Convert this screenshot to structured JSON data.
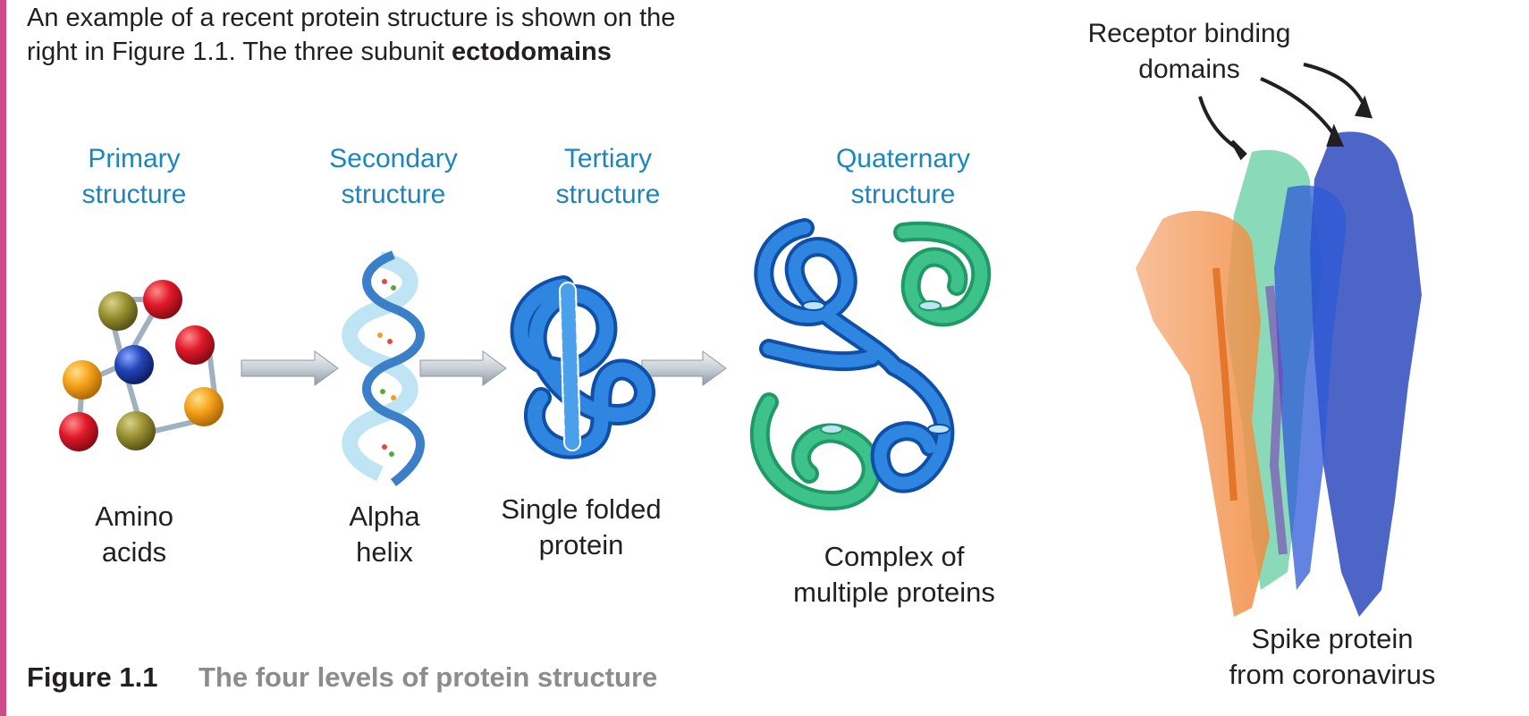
{
  "intro": {
    "line1": "An example of a recent protein structure is shown on the",
    "line2_text": "right in Figure 1.1. The three subunit ",
    "line2_bold": "ectodomains"
  },
  "levels": [
    {
      "heading_1": "Primary",
      "heading_2": "structure",
      "caption_1": "Amino",
      "caption_2": "acids"
    },
    {
      "heading_1": "Secondary",
      "heading_2": "structure",
      "caption_1": "Alpha",
      "caption_2": "helix"
    },
    {
      "heading_1": "Tertiary",
      "heading_2": "structure",
      "caption_1": "Single folded",
      "caption_2": "protein"
    },
    {
      "heading_1": "Quaternary",
      "heading_2": "structure",
      "caption_1": "Complex of",
      "caption_2": "multiple proteins"
    }
  ],
  "spike": {
    "label_1": "Receptor binding",
    "label_2": "domains",
    "caption_1": "Spike protein",
    "caption_2": "from coronavirus"
  },
  "figure": {
    "number": "Figure 1.1",
    "title": "The four levels of protein structure"
  },
  "colors": {
    "accent_border": "#d04a8c",
    "heading_blue": "#1a86c0",
    "caption_grey": "#8c8c8c",
    "protein_blue": "#1f6fd0",
    "protein_green": "#2fb07a",
    "spike_orange": "#f08a3c"
  }
}
